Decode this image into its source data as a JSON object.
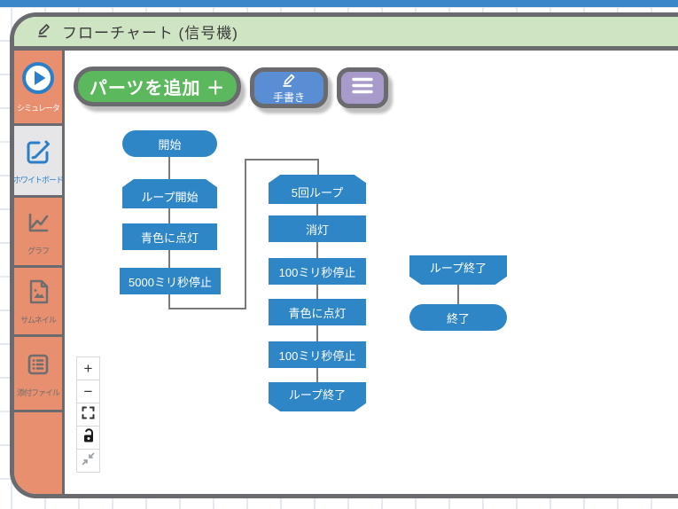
{
  "window": {
    "title": "フローチャート (信号機)"
  },
  "sidebar": {
    "items": [
      {
        "id": "simulator",
        "label": "シミュレータ",
        "icon": "play-circle-icon",
        "selected": false
      },
      {
        "id": "whiteboard",
        "label": "ホワイトボード",
        "icon": "edit-square-icon",
        "selected": true
      },
      {
        "id": "graph",
        "label": "グラフ",
        "icon": "line-chart-icon",
        "selected": false
      },
      {
        "id": "thumbnail",
        "label": "サムネイル",
        "icon": "image-file-icon",
        "selected": false
      },
      {
        "id": "attachments",
        "label": "添付ファイル",
        "icon": "list-icon",
        "selected": false
      }
    ]
  },
  "toolbar": {
    "add_parts_label": "パーツを追加 ＋",
    "handwriting_label": "手書き",
    "menu_icon": "hamburger-menu-icon"
  },
  "flowchart": {
    "left_column": {
      "nodes": [
        {
          "type": "terminal",
          "label": "開始"
        },
        {
          "type": "loop-start",
          "label": "ループ開始"
        },
        {
          "type": "process",
          "label": "青色に点灯"
        },
        {
          "type": "process",
          "label": "5000ミリ秒停止"
        }
      ]
    },
    "middle_column": {
      "nodes": [
        {
          "type": "loop-start",
          "label": "5回ループ"
        },
        {
          "type": "process",
          "label": "消灯"
        },
        {
          "type": "process",
          "label": "100ミリ秒停止"
        },
        {
          "type": "process",
          "label": "青色に点灯"
        },
        {
          "type": "process",
          "label": "100ミリ秒停止"
        },
        {
          "type": "loop-end",
          "label": "ループ終了"
        }
      ]
    },
    "right_column": {
      "nodes": [
        {
          "type": "loop-end",
          "label": "ループ終了"
        },
        {
          "type": "terminal",
          "label": "終了"
        }
      ]
    }
  },
  "canvas_controls": {
    "zoom_in": "+",
    "zoom_out": "−",
    "icons": [
      "fit-screen-icon",
      "lock-icon",
      "collapse-icon"
    ]
  },
  "colors": {
    "top_bar": "#3b86c8",
    "title_bar_bg": "#cfe4c3",
    "sidebar_bg": "#e78f6e",
    "sidebar_selected_bg": "#e6e6e8",
    "node_blue": "#2e86c6",
    "button_green": "#5cb85c",
    "button_blue": "#5a8ed4",
    "button_purple": "#a89aca",
    "border_gray": "#6a6b6e",
    "connector_gray": "#7a7a7a"
  }
}
